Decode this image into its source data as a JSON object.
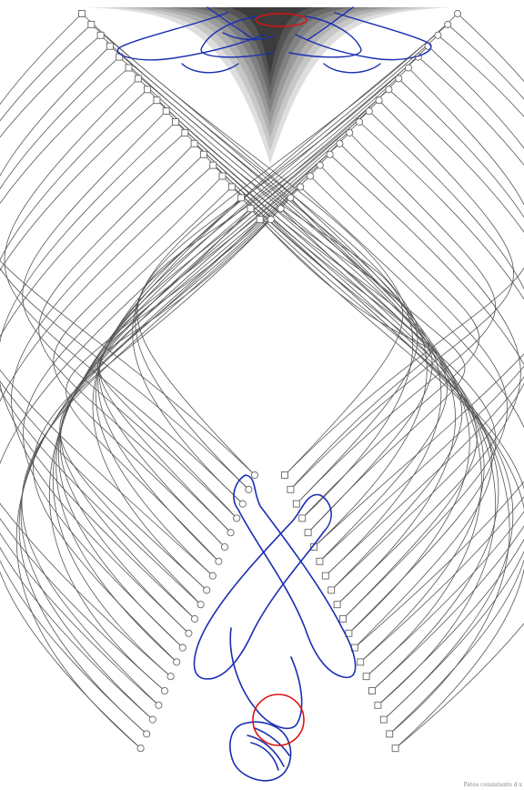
{
  "caption": "Pátea consistente d x",
  "colors": {
    "curve": "#555555",
    "node_stroke": "#666666",
    "node_fill": "#ffffff",
    "figure_blue": "#1a2fb0",
    "figure_red": "#e01010",
    "cone_dark": "#3c3c3c",
    "cone_light": "#dedede"
  },
  "nodes": {
    "shapes": {
      "top_left": "square",
      "top_right": "circle",
      "bottom_left": "circle",
      "bottom_right": "square"
    },
    "count_per_group": 20
  },
  "figures": [
    {
      "name": "top-figure",
      "orientation": "inverted",
      "colors": [
        "figure_blue",
        "figure_red"
      ]
    },
    {
      "name": "bottom-figure",
      "orientation": "inverted",
      "colors": [
        "figure_blue",
        "figure_red"
      ]
    }
  ]
}
